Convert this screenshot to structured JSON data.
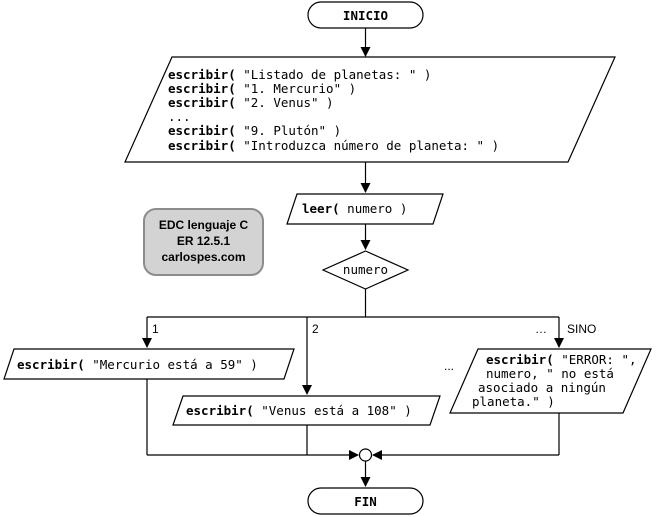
{
  "start": {
    "label": "INICIO"
  },
  "end": {
    "label": "FIN"
  },
  "output_block": {
    "lines": [
      {
        "kw": "escribir(",
        "arg": " \"Listado de planetas: \" )"
      },
      {
        "kw": "escribir(",
        "arg": " \"1. Mercurio\" )"
      },
      {
        "kw": "escribir(",
        "arg": " \"2. Venus\" )"
      },
      {
        "kw": "",
        "arg": "..."
      },
      {
        "kw": "escribir(",
        "arg": " \"9. Plutón\" )"
      },
      {
        "kw": "escribir(",
        "arg": " \"Introduzca número de planeta: \" )"
      }
    ]
  },
  "input_block": {
    "kw": "leer(",
    "arg": " numero )"
  },
  "decision": {
    "label": "numero"
  },
  "badge": {
    "line1": "EDC lenguaje C",
    "line2": "ER 12.5.1",
    "line3": "carlospes.com"
  },
  "branches": {
    "b1": {
      "label": "1",
      "kw": "escribir(",
      "arg": " \"Mercurio está a 59\" )"
    },
    "b2": {
      "label": "2",
      "kw": "escribir(",
      "arg": " \"Venus está a 108\" )"
    },
    "b_ellipsis": {
      "label": "…"
    },
    "b_mid_ellipsis": {
      "label": "..."
    },
    "sino": {
      "label": "SINO",
      "kw": "escribir(",
      "lines": [
        " \"ERROR: \",",
        "numero, \" no está",
        "asociado a ningún",
        "planeta.\" )"
      ]
    }
  }
}
